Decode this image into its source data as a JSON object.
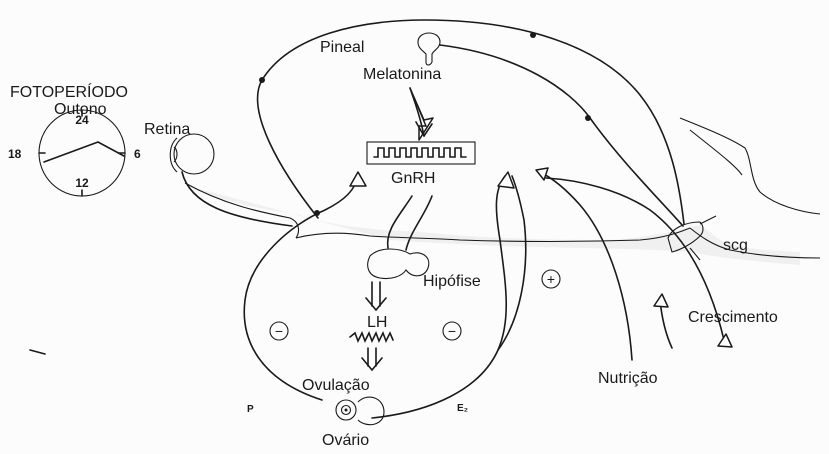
{
  "labels": {
    "fotoperiodo": "FOTOPERÍODO",
    "outono": "Outono",
    "retina": "Retina",
    "pineal": "Pineal",
    "melatonina": "Melatonina",
    "gnrh": "GnRH",
    "scg": "scg",
    "hipofise": "Hipófise",
    "lh": "LH",
    "ovulacao": "Ovulação",
    "ovario": "Ovário",
    "nutricao": "Nutrição",
    "crescimento": "Crescimento",
    "p": "P",
    "e2": "E₂"
  },
  "clock": {
    "top": "24",
    "right": "6",
    "bottom": "12",
    "left": "18"
  },
  "signs": {
    "minus_left": "−",
    "minus_right": "−",
    "plus": "+"
  },
  "icons": [
    "clock-icon",
    "eye-icon",
    "pineal-gland-icon",
    "pituitary-icon",
    "ovary-icon",
    "scg-ganglion-icon"
  ]
}
